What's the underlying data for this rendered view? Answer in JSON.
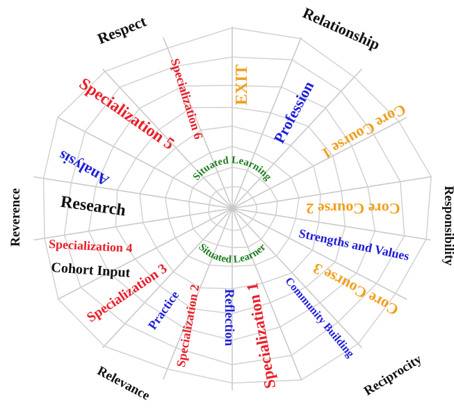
{
  "colors": {
    "black": "#111111",
    "red": "#e8202a",
    "blue": "#1f1fd6",
    "orange": "#f0a020",
    "green": "#1e7d1e",
    "web": "#c9c9c9"
  },
  "values": {
    "respect": "Respect",
    "relationship": "Relationship",
    "responsibility": "Responsibility",
    "reciprocity": "Reciprocity",
    "relevance": "Relevance",
    "reverence": "Reverence"
  },
  "center": {
    "situated_learning": "Situated Learning",
    "situated_learner": "Situated Learner"
  },
  "spokes": {
    "exit": "EXIT",
    "profession": "Profession",
    "core_course_1": "Core Course 1",
    "core_course_2": "Core Course 2",
    "strengths_values": "Strengths and Values",
    "core_course_3": "Core Course 3",
    "community_building": "Community Building",
    "specialization_1": "Specialization 1",
    "reflection": "Reflection",
    "specialization_2": "Specialization 2",
    "practice": "Practice",
    "specialization_3": "Specialization 3",
    "cohort_input": "Cohort Input",
    "specialization_4": "Specialization 4",
    "research": "Research",
    "analysis": "Analysis",
    "specialization_5": "Specialization 5",
    "specialization_6": "Specialization 6"
  }
}
